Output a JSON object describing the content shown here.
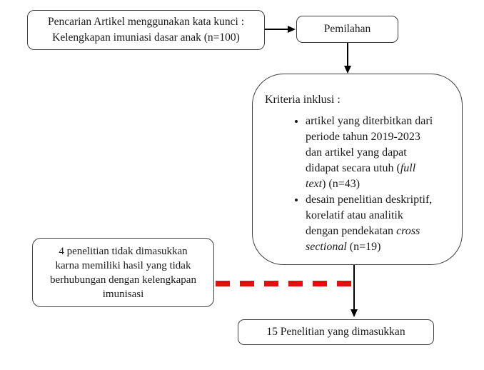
{
  "colors": {
    "background": "#ffffff",
    "box_border": "#3e3e3e",
    "arrow": "#000000",
    "exclusion_dash_red": "#e01010",
    "text": "#1a1a1a"
  },
  "flowchart": {
    "search_box": {
      "line1": "Pencarian Artikel menggunakan kata kunci :",
      "line2": "Kelengkapan imuniasi dasar anak (n=100)"
    },
    "sorting_box": {
      "label": "Pemilahan"
    },
    "inclusion_box": {
      "heading": "Kriteria inklusi :",
      "bullets": [
        {
          "segments": [
            {
              "text": "artikel yang diterbitkan dari\nperiode tahun 2019-2023\ndan artikel yang dapat\ndidapat secara utuh ("
            },
            {
              "text": "full\ntext",
              "italic": true
            },
            {
              "text": ") (n=43)"
            }
          ]
        },
        {
          "segments": [
            {
              "text": "desain penelitian deskriptif,\nkorelatif atau analitik\ndengan pendekatan "
            },
            {
              "text": "cross\nsectional",
              "italic": true
            },
            {
              "text": " (n=19)"
            }
          ]
        }
      ]
    },
    "exclusion_box": {
      "text": "4 penelitian tidak dimasukkan\nkarna memiliki hasil yang tidak\nberhubungan dengan kelengkapan\nimunisasi"
    },
    "result_box": {
      "label": "15 Penelitian yang dimasukkan"
    }
  }
}
